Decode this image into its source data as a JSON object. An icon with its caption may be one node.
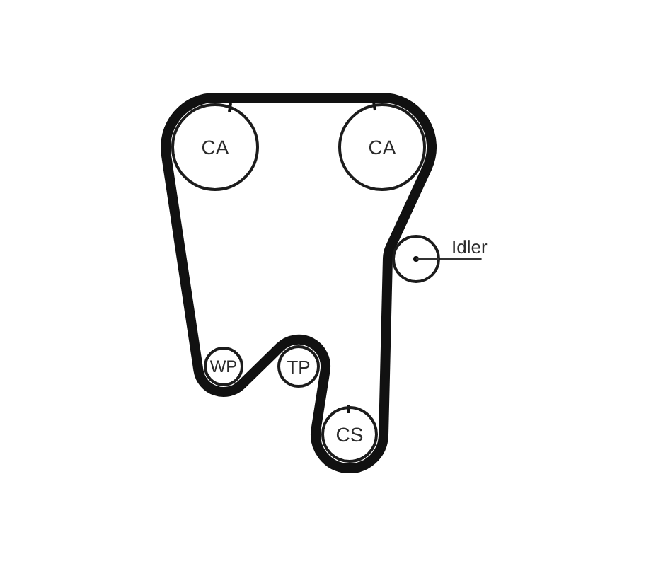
{
  "diagram": {
    "nodes": [
      {
        "text": [
          "CA"
        ]
      },
      {
        "text": [
          "CA"
        ]
      },
      {
        "text": [
          "Idler"
        ]
      },
      {
        "text": [],
        "shape": "circle"
      },
      {
        "text": [
          "WP"
        ]
      },
      {
        "text": [
          "TP"
        ]
      },
      {
        "text": [
          "CS"
        ]
      }
    ],
    "edges": [
      {
        "from": 2,
        "to": 3,
        "arrow": "none"
      }
    ]
  }
}
